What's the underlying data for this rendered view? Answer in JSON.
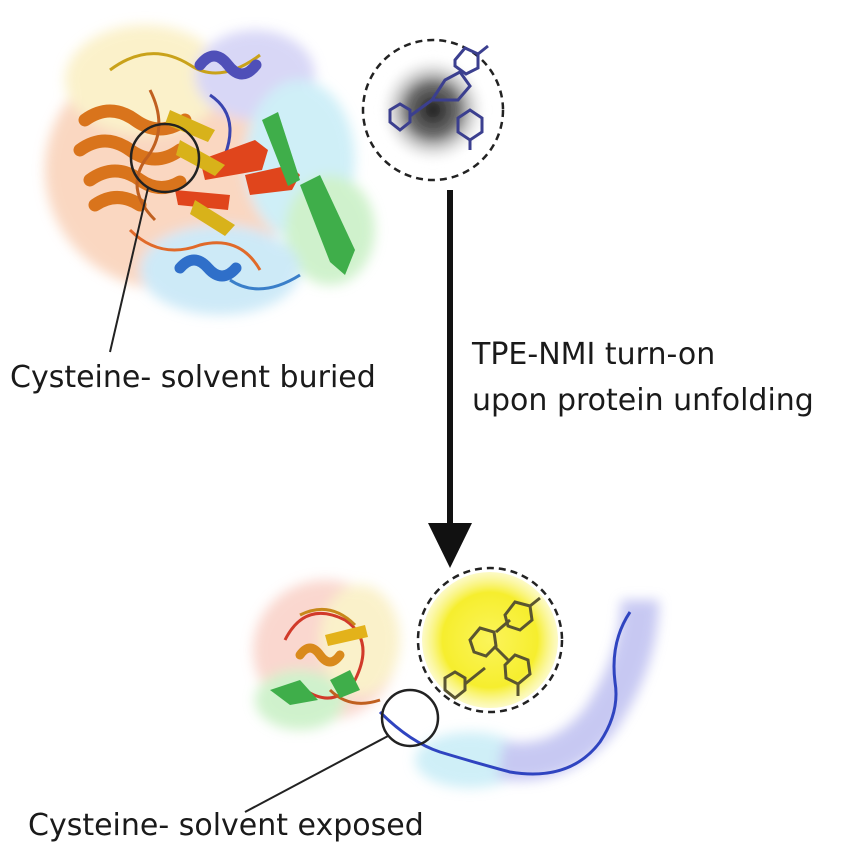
{
  "labels": {
    "folded_cysteine": "Cysteine- solvent buried",
    "arrow_line1": "TPE-NMI turn-on",
    "arrow_line2": "upon protein unfolding",
    "unfolded_cysteine": "Cysteine- solvent exposed"
  },
  "colors": {
    "arrow": "#111111",
    "probe_off_glow": "#222222",
    "probe_on_glow": "#f5ee2a",
    "probe_molecule": "#3b3f8f",
    "surface_orange": "#f6b790",
    "surface_cyan": "#9fdcef",
    "surface_green": "#9ee39a",
    "surface_blue": "#9a9ce8",
    "helix_orange": "#e07a1f",
    "sheet_red": "#e0451c",
    "sheet_green": "#3fae4a",
    "chain_blue": "#3d4fc7"
  }
}
